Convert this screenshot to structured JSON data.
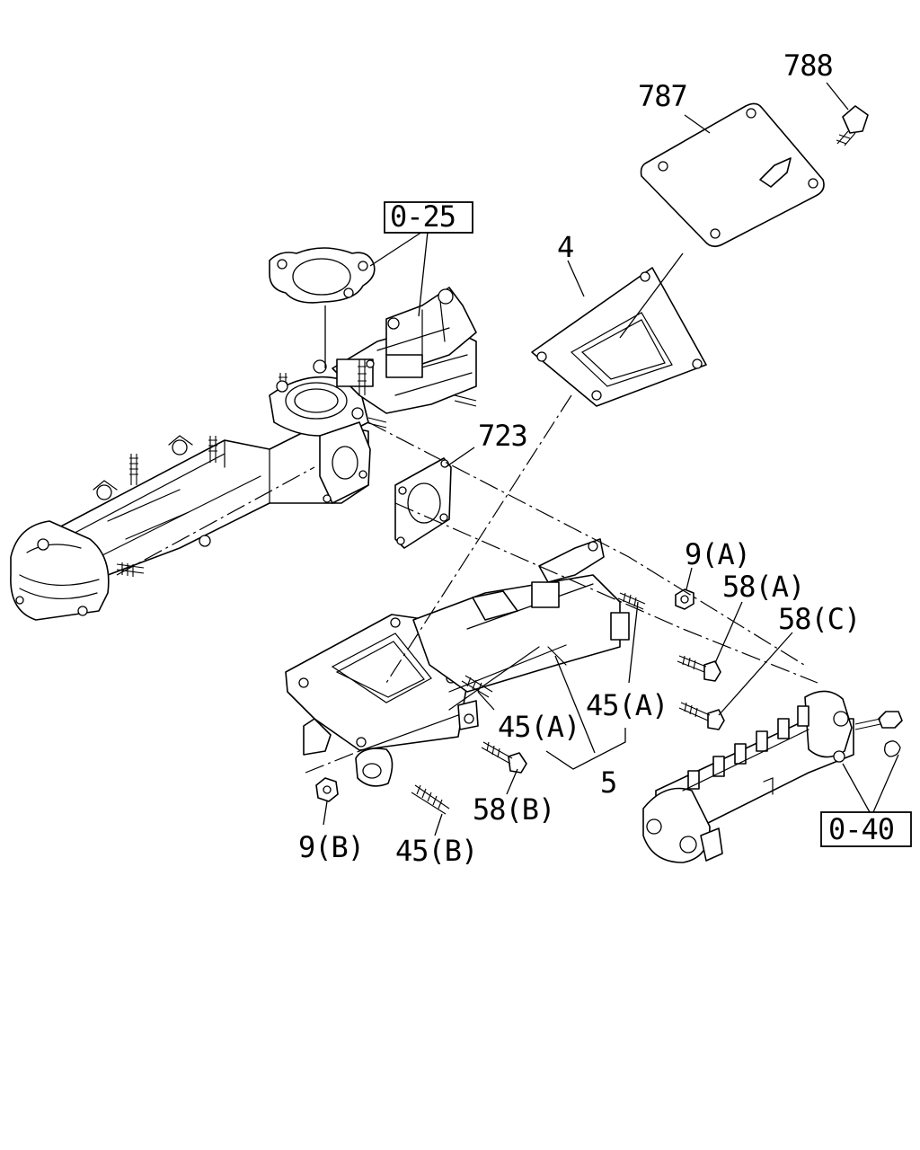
{
  "callouts": {
    "p788": "788",
    "p787": "787",
    "ref_025": "0-25",
    "p4": "4",
    "p723": "723",
    "p9a": "9(A)",
    "p58a": "58(A)",
    "p58c": "58(C)",
    "p45a_right": "45(A)",
    "p45a_left": "45(A)",
    "p5": "5",
    "p58b": "58(B)",
    "p9b": "9(B)",
    "p45b": "45(B)",
    "ref_040": "0-40"
  }
}
